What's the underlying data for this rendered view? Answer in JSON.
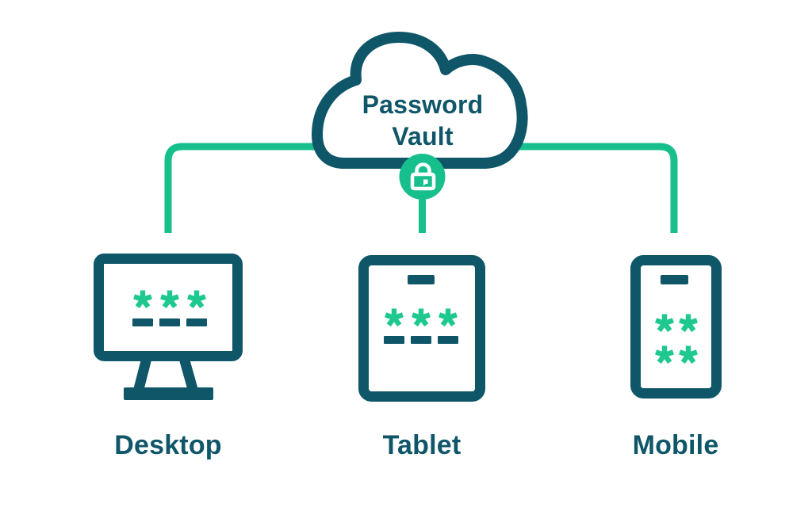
{
  "diagram": {
    "cloud": {
      "title_line1": "Password",
      "title_line2": "Vault",
      "badge_icon": "lock-icon"
    },
    "devices": [
      {
        "id": "desktop",
        "label": "Desktop",
        "masked_password": "✱✱✱",
        "password_entry_slots": 3
      },
      {
        "id": "tablet",
        "label": "Tablet",
        "masked_password": "✱✱✱",
        "password_entry_slots": 3
      },
      {
        "id": "mobile",
        "label": "Mobile",
        "masked_password": "✱✱✱✱",
        "password_entry_slots": 0
      }
    ],
    "icons": [
      "cloud-icon",
      "lock-icon",
      "desktop-icon",
      "tablet-icon",
      "mobile-icon"
    ]
  },
  "colors": {
    "teal": "#0F5669",
    "green": "#17BF8D",
    "asterisk_green": "#1EC88F",
    "background": "#FFFFFF"
  }
}
